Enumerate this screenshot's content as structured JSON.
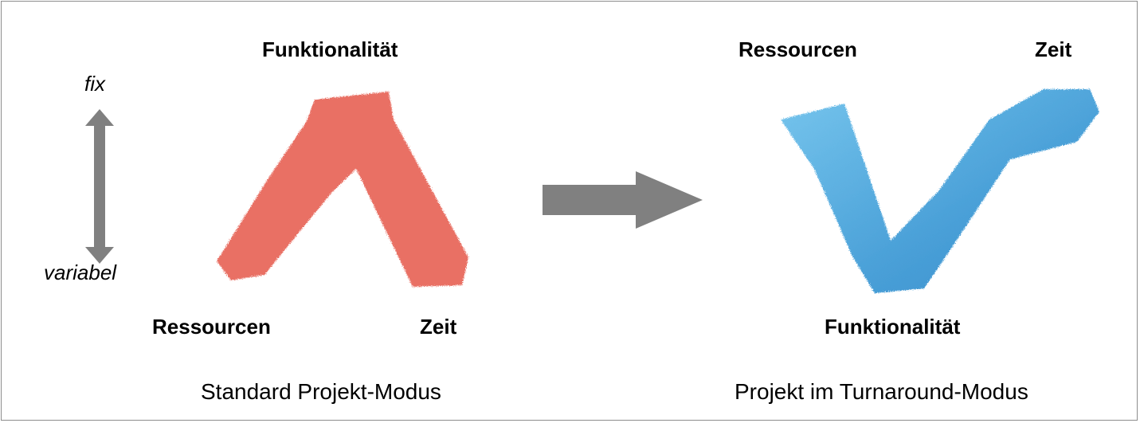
{
  "scale": {
    "top_label": "fix",
    "bottom_label": "variabel"
  },
  "left_diagram": {
    "top_label": "Funktionalität",
    "bottom_left_label": "Ressourcen",
    "bottom_right_label": "Zeit",
    "caption": "Standard Projekt-Modus",
    "color": "#e8695d"
  },
  "right_diagram": {
    "top_left_label": "Ressourcen",
    "top_right_label": "Zeit",
    "bottom_label": "Funktionalität",
    "caption": "Projekt im Turnaround-Modus",
    "color": "#4aa3d9"
  },
  "colors": {
    "arrow": "#808080",
    "frame": "#8c8c8c"
  }
}
